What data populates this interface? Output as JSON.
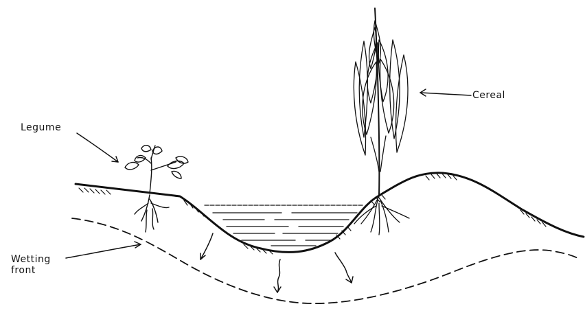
{
  "labels": {
    "legume": "Legume",
    "cereal": "Cereal",
    "wetting_front_line1": "Wetting",
    "wetting_front_line2": "front"
  }
}
